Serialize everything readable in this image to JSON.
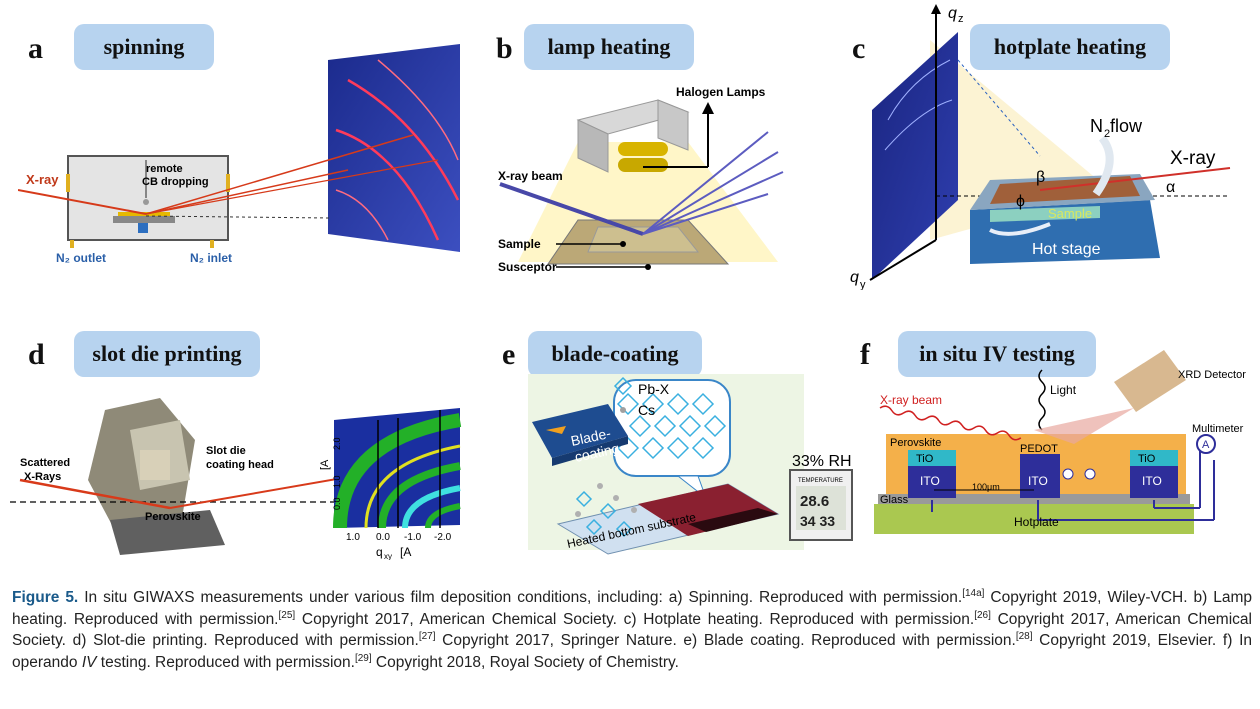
{
  "panels": {
    "a": {
      "letter": "a",
      "title": "spinning",
      "remote": "remote",
      "cb": "CB dropping",
      "xray": "X-ray",
      "outlet": "N₂ outlet",
      "inlet": "N₂ inlet"
    },
    "b": {
      "letter": "b",
      "title": "lamp heating",
      "halogen": "Halogen Lamps",
      "xray": "X-ray beam",
      "sample": "Sample",
      "susceptor": "Susceptor"
    },
    "c": {
      "letter": "c",
      "title": "hotplate heating",
      "qz": "q",
      "qz_sub": "z",
      "qy": "q",
      "qy_sub": "y",
      "n2": "N",
      "n2_sub": "2",
      "n2_rest": " flow",
      "xray": "X-ray",
      "beta": "β",
      "alpha": "α",
      "phi": "ϕ",
      "sample": "Sample",
      "hot": "Hot stage"
    },
    "d": {
      "letter": "d",
      "title": "slot die printing",
      "scattered1": "Scattered",
      "scattered2": "X-Rays",
      "slot1": "Slot die",
      "slot2": "coating head",
      "perov": "Perovskite",
      "qz": "q",
      "qz_unit": "[A",
      "ticks_y": [
        "0.0",
        "1.0",
        "2.0"
      ],
      "ticks_x": [
        "1.0",
        "0.0",
        "-1.0",
        "-2.0"
      ],
      "qxy": "q",
      "qxy_sub": "xy",
      "qxy_unit": "[A"
    },
    "e": {
      "letter": "e",
      "title": "blade-coating",
      "pbx": "Pb-X",
      "cs": "Cs",
      "blade1": "Blade-",
      "blade2": "coating",
      "rh": "33% RH",
      "substrate": "Heated bottom substrate",
      "temp": "TEMPERATURE",
      "disp1": "28.6",
      "disp2": "34  33"
    },
    "f": {
      "letter": "f",
      "title": "in situ IV testing",
      "xray": "X-ray beam",
      "light": "Light",
      "xrd": "XRD Detector",
      "multimeter": "Multimeter",
      "perovskite": "Perovskite",
      "tio2": "TiO",
      "ito": "ITO",
      "pedot": "PEDOT",
      "gap": "100μm",
      "glass": "Glass",
      "hotplate": "Hotplate",
      "meter": "A"
    }
  },
  "caption": {
    "label": "Figure 5.",
    "t1": " In situ GIWAXS measurements under various film deposition conditions, including: a) Spinning. Reproduced with permission.",
    "r1": "[14a]",
    "t2": " Copyright 2019, Wiley-VCH. b) Lamp heating. Reproduced with permission.",
    "r2": "[25]",
    "t3": " Copyright 2017, American Chemical Society. c) Hotplate heating. Reproduced with permission.",
    "r3": "[26]",
    "t4": " Copyright 2017, American Chemical Society. d) Slot-die printing. Reproduced with permission.",
    "r4": "[27]",
    "t5": " Copyright 2017, Springer Nature. e) Blade coating. Reproduced with permission.",
    "r5": "[28]",
    "t6": " Copyright 2019, Elsevier. f) In operando ",
    "iv": "IV",
    "t7": " testing. Reproduced with permission.",
    "r6": "[29]",
    "t8": " Copyright 2018, Royal Society of Chemistry."
  }
}
